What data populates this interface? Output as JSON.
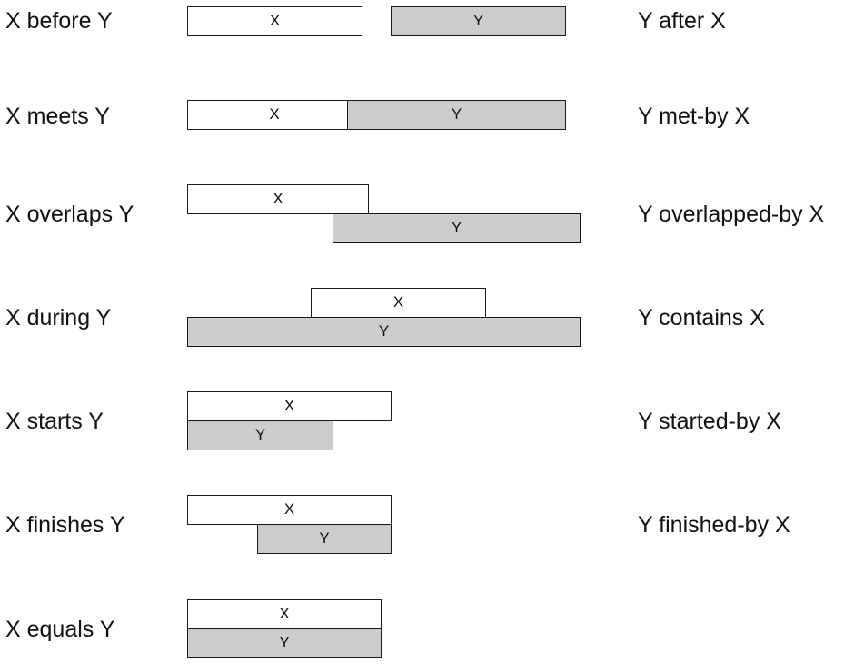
{
  "relations": [
    {
      "left": "X before Y",
      "right": "Y after X",
      "x_label": "X",
      "y_label": "Y"
    },
    {
      "left": "X meets Y",
      "right": "Y met-by X",
      "x_label": "X",
      "y_label": "Y"
    },
    {
      "left": "X overlaps Y",
      "right": "Y overlapped-by X",
      "x_label": "X",
      "y_label": "Y"
    },
    {
      "left": "X during Y",
      "right": "Y contains X",
      "x_label": "X",
      "y_label": "Y"
    },
    {
      "left": "X starts Y",
      "right": "Y started-by X",
      "x_label": "X",
      "y_label": "Y"
    },
    {
      "left": "X finishes Y",
      "right": "Y finished-by X",
      "x_label": "X",
      "y_label": "Y"
    },
    {
      "left": "X equals Y",
      "right": "",
      "x_label": "X",
      "y_label": "Y"
    }
  ],
  "colors": {
    "x_fill": "#ffffff",
    "y_fill": "#cccccc",
    "stroke": "#1a1a1a"
  }
}
